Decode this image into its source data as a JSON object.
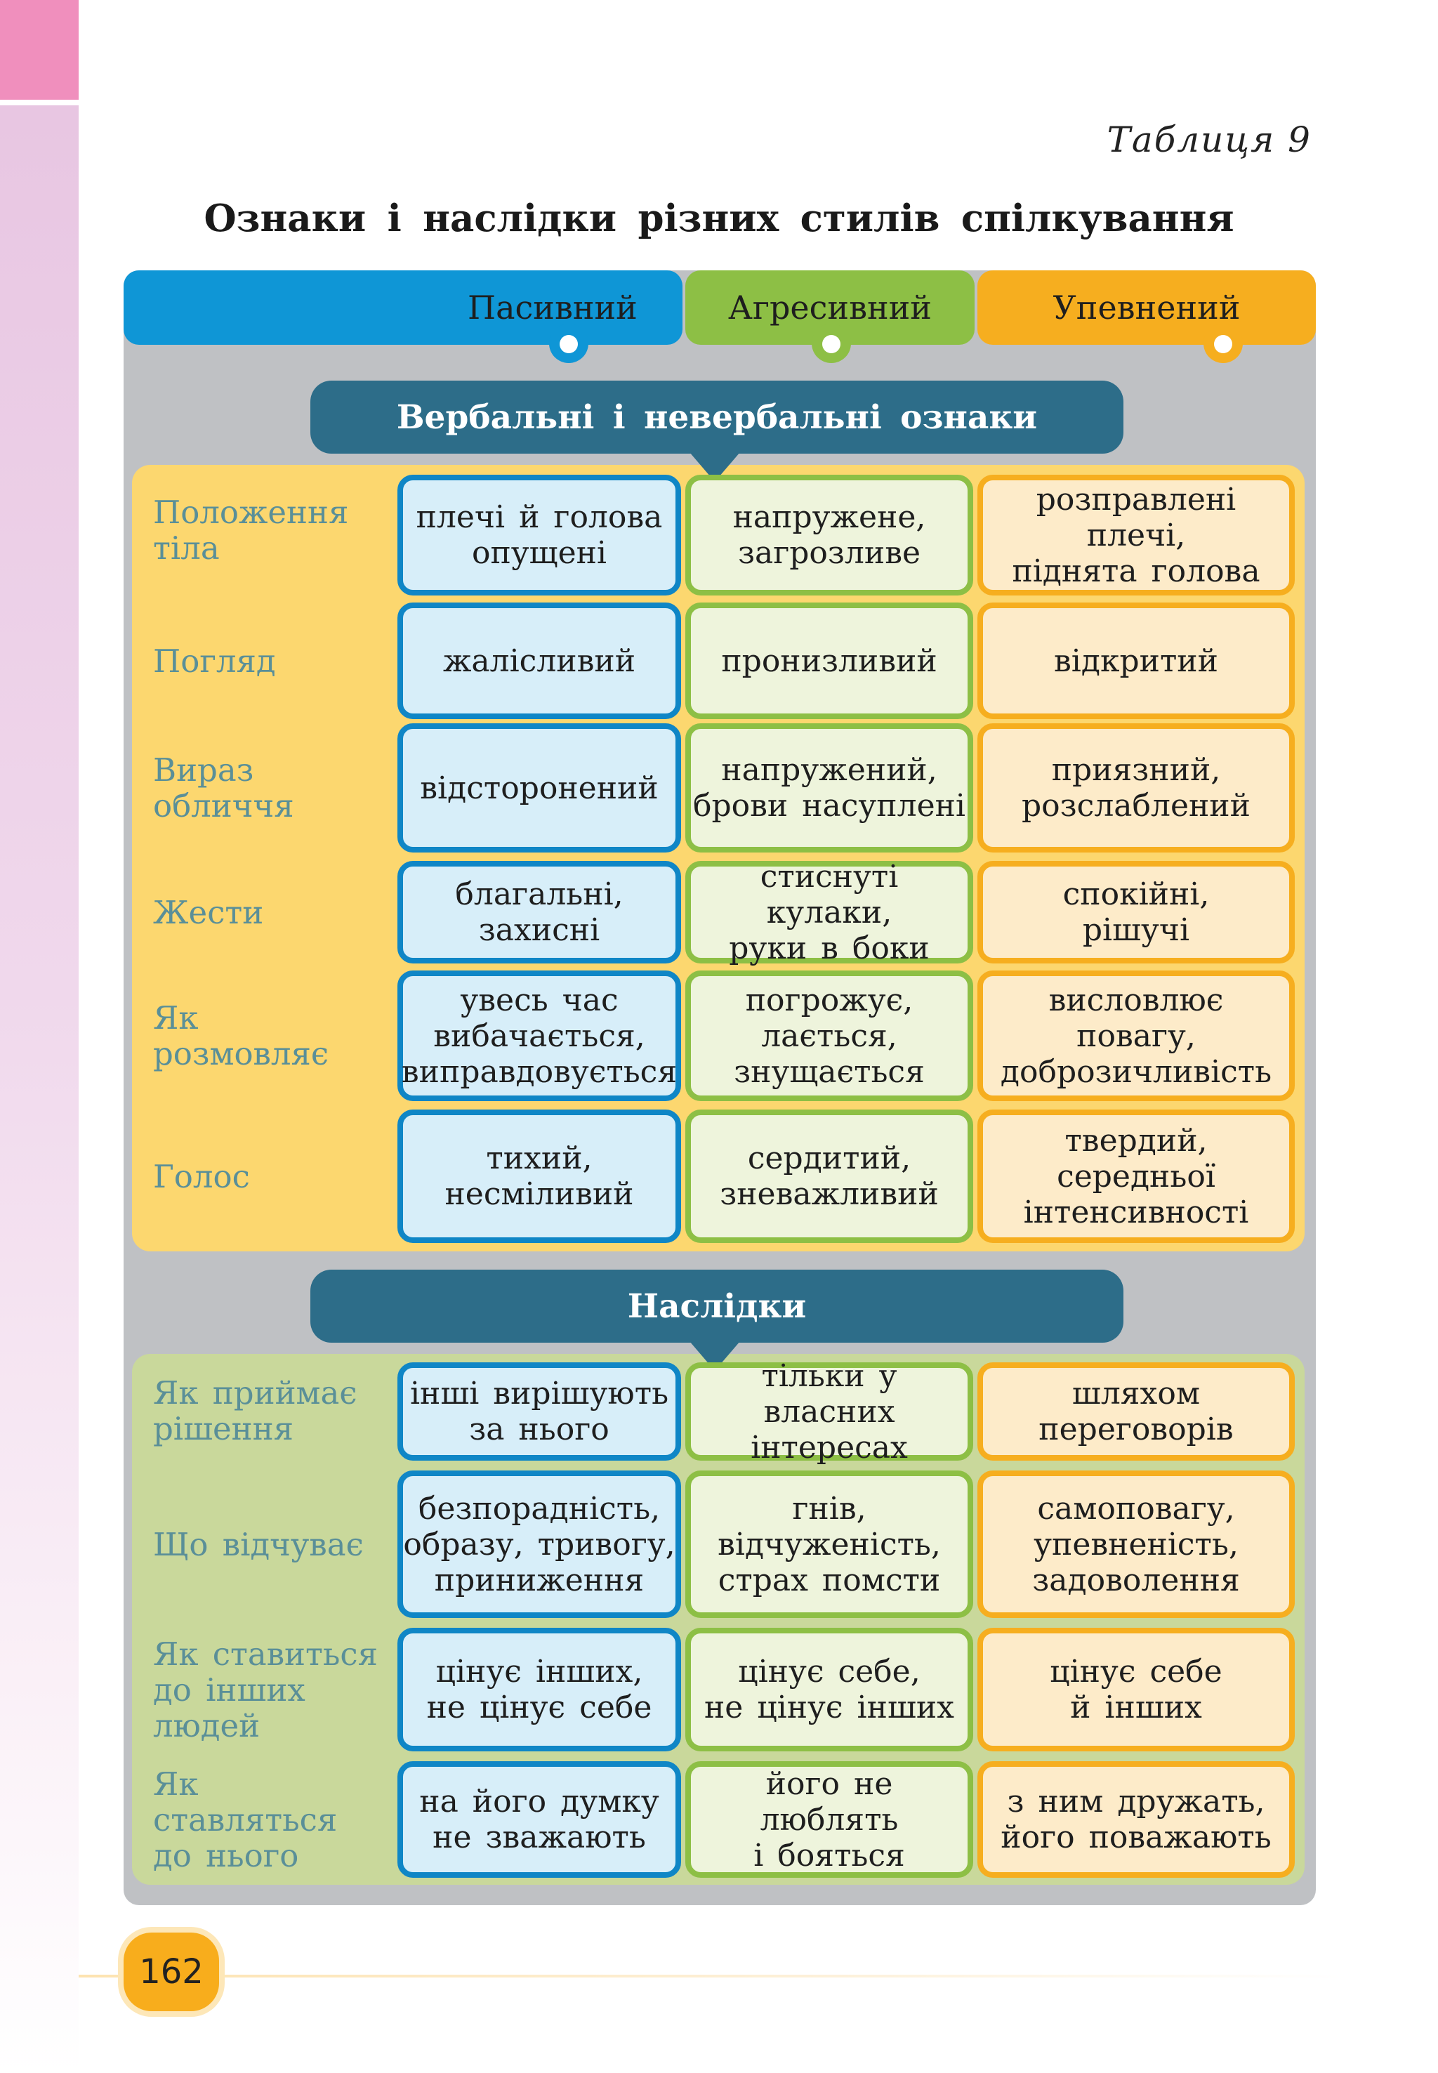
{
  "table_label": "Таблиця 9",
  "title": "Ознаки і наслідки різних стилів спілкування",
  "columns": {
    "passive": "Пасивний",
    "aggressive": "Агресивний",
    "confident": "Упевнений"
  },
  "sections": {
    "signs": "Вербальні і невербальні ознаки",
    "consequences": "Наслідки"
  },
  "signs_rows": [
    {
      "label": "Положення тіла",
      "passive": "плечі й голова\nопущені",
      "aggressive": "напружене,\nзагрозливе",
      "confident": "розправлені плечі,\nпіднята голова"
    },
    {
      "label": "Погляд",
      "passive": "жалісливий",
      "aggressive": "пронизливий",
      "confident": "відкритий"
    },
    {
      "label": "Вираз обличчя",
      "passive": "відсторонений",
      "aggressive": "напружений,\nброви насуплені",
      "confident": "приязний,\nрозслаблений"
    },
    {
      "label": "Жести",
      "passive": "благальні,\nзахисні",
      "aggressive": "стиснуті кулаки,\nруки в боки",
      "confident": "спокійні,\nрішучі"
    },
    {
      "label": "Як розмовляє",
      "passive": "увесь час\nвибачається,\nвиправдовується",
      "aggressive": "погрожує,\nлається,\nзнущається",
      "confident": "висловлює повагу,\nдоброзичливість"
    },
    {
      "label": "Голос",
      "passive": "тихий,\nнесміливий",
      "aggressive": "сердитий,\nзневажливий",
      "confident": "твердий, середньої\nінтенсивності"
    }
  ],
  "consequence_rows": [
    {
      "label": "Як приймає рішення",
      "passive": "інші вирішують\nза нього",
      "aggressive": "тільки у власних\nінтересах",
      "confident": "шляхом\nпереговорів"
    },
    {
      "label": "Що відчуває",
      "passive": "безпорадність,\nобразу, тривогу,\nприниження",
      "aggressive": "гнів,\nвідчуженість,\nстрах помсти",
      "confident": "самоповагу,\nупевненість,\nзадоволення"
    },
    {
      "label": "Як ставиться до інших людей",
      "passive": "цінує інших,\nне цінує себе",
      "aggressive": "цінує себе,\nне цінує інших",
      "confident": "цінує себе\nй інших"
    },
    {
      "label": "Як ставляться до нього",
      "passive": "на його думку\nне зважають",
      "aggressive": "його не люблять\nі бояться",
      "confident": "з ним дружать,\nйого поважають"
    }
  ],
  "page_number": "162",
  "colors": {
    "passive": "#0f96d6",
    "aggressive": "#8dbf45",
    "confident": "#f6ae1f",
    "section_bar": "#2d6d89",
    "signs_bg": "#fcd76f",
    "consequences_bg": "#c9d89b"
  }
}
